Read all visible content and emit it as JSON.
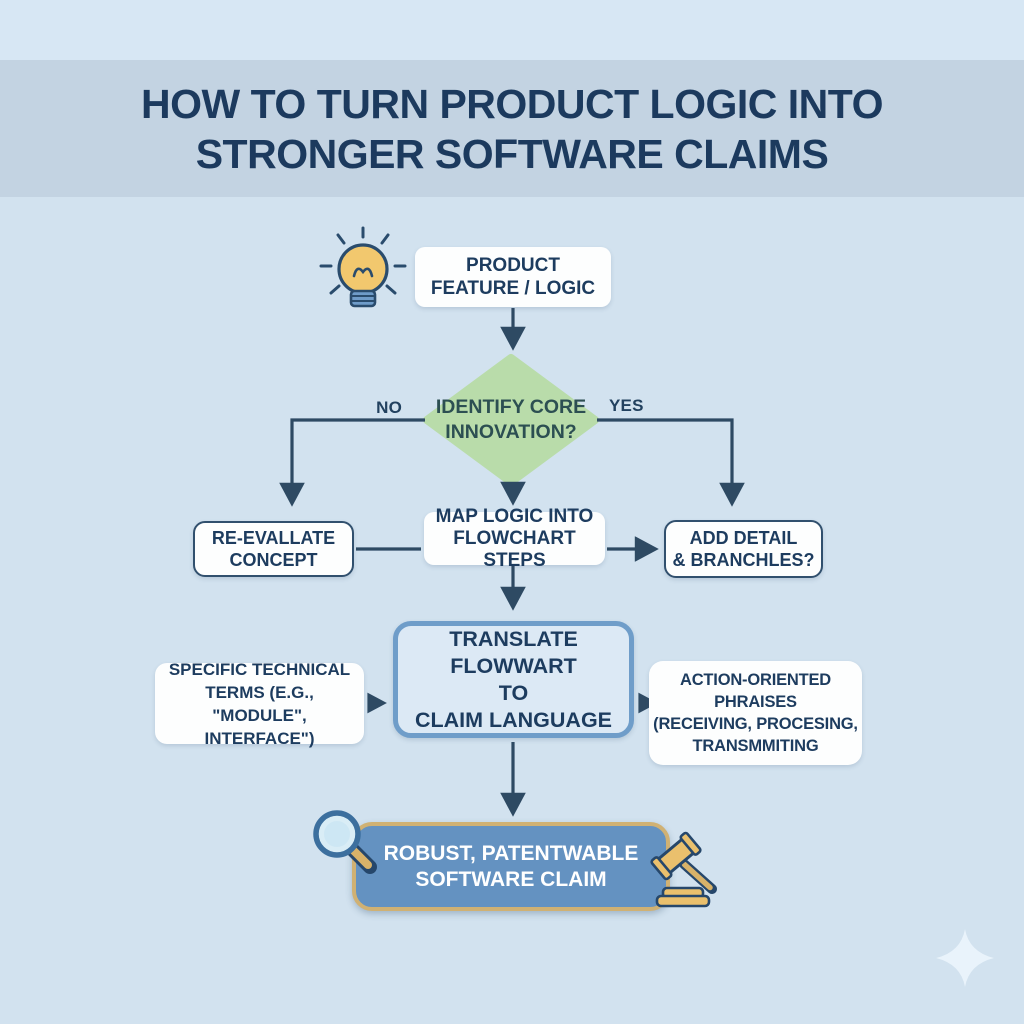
{
  "page": {
    "title_line1": "HOW TO TURN PRODUCT LOGIC INTO",
    "title_line2": "STRONGER SOFTWARE CLAIMS"
  },
  "flowchart": {
    "start_box": {
      "line1": "PRODUCT",
      "line2": "FEATURE / LOGIC"
    },
    "decision": {
      "line1": "IDENTIFY CORE",
      "line2": "INNOVATION?"
    },
    "branch_no_label": "NO",
    "branch_yes_label": "YES",
    "no_box": {
      "line1": "RE-EVALLATE",
      "line2": "CONCEPT"
    },
    "map_box": {
      "line1": "MAP LOGIC INTO",
      "line2": "FLOWCHART STEPS"
    },
    "yes_box": {
      "line1": "ADD DETAIL",
      "line2": "& BRANCHLES?"
    },
    "translate_box": {
      "line1": "TRANSLATE FLOWWART",
      "line2": "TO",
      "line3": "CLAIM LANGUAGE"
    },
    "terms_box": {
      "line1": "SPECIFIC TECHNICAL",
      "line2": "TERMS (E.G.,",
      "line3": "\"MODULE\", INTERFACE\")"
    },
    "phrases_box": {
      "line1": "ACTION-ORIENTED",
      "line2": "PHRAISES",
      "line3": "(RECEIVING, PROCESING,",
      "line4": "TRANSMMITING"
    },
    "result_box": {
      "line1": "ROBUST, PATENTWABLE",
      "line2": "SOFTWARE CLAIM"
    }
  },
  "icons": {
    "lightbulb": "lightbulb-icon",
    "magnifier": "magnifying-glass-icon",
    "gavel": "gavel-icon",
    "sparkle": "sparkle-icon"
  },
  "colors": {
    "background": "#d2e2ef",
    "top_strip": "#d7e7f4",
    "banner": "#c3d3e2",
    "title_text": "#1c3a5e",
    "box_text": "#1d3c5f",
    "diamond_fill": "#b9dcaa",
    "diamond_text": "#2c4f52",
    "connector": "#2e4a63",
    "translate_fill": "#dce9f5",
    "translate_border": "#6f9dc9",
    "result_fill": "#6492c1",
    "result_border": "#d0b173",
    "result_text": "#ffffff",
    "bulb_yellow": "#f2c86e",
    "tan_accent": "#d8b269"
  }
}
